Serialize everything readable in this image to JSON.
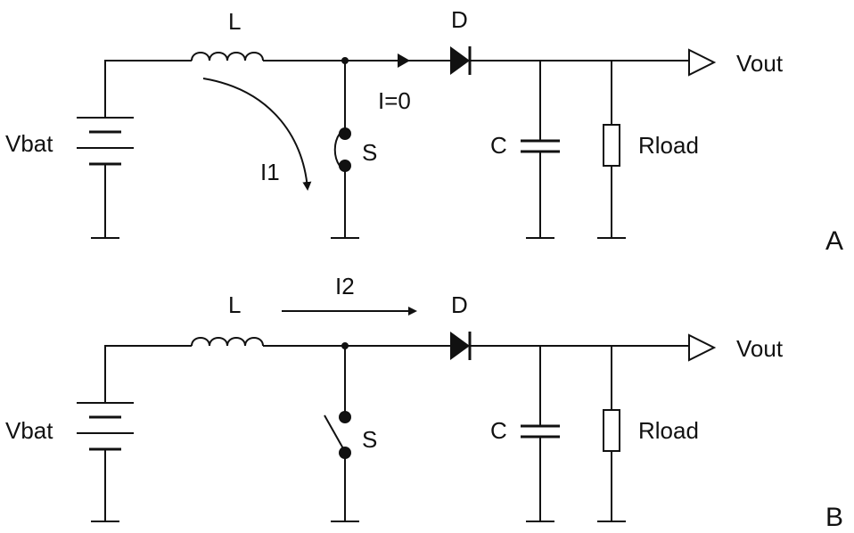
{
  "circuits": [
    {
      "panel_label": "A",
      "labels": {
        "battery": "Vbat",
        "inductor": "L",
        "diode": "D",
        "switch": "S",
        "capacitor": "C",
        "load": "Rload",
        "output": "Vout",
        "current_inductor": "I1",
        "current_diode": "I=0"
      },
      "switch_state": "closed"
    },
    {
      "panel_label": "B",
      "labels": {
        "battery": "Vbat",
        "inductor": "L",
        "diode": "D",
        "switch": "S",
        "capacitor": "C",
        "load": "Rload",
        "output": "Vout",
        "current_top": "I2"
      },
      "switch_state": "open"
    }
  ],
  "colors": {
    "line": "#111111",
    "background": "#ffffff"
  }
}
